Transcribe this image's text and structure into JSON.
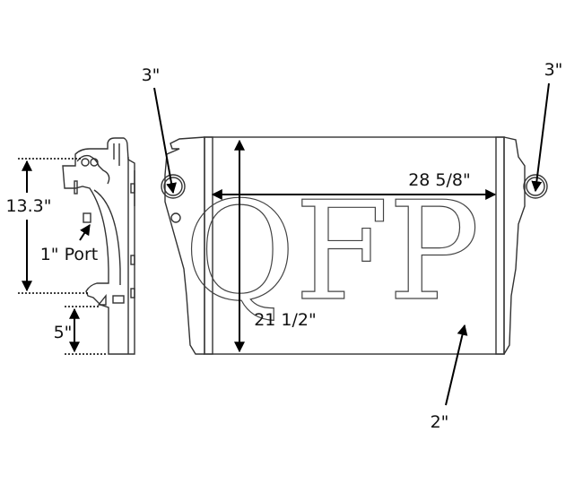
{
  "diagram": {
    "watermark": "QFP",
    "labels": {
      "inlet_left": "3\"",
      "outlet_right": "3\"",
      "width": "28 5/8\"",
      "height": "21 1/2\"",
      "core_depth": "2\"",
      "side_height": "13.3\"",
      "port": "1\" Port",
      "bottom_offset": "5\""
    },
    "colors": {
      "line": "#333333",
      "arrow": "#000000"
    }
  }
}
